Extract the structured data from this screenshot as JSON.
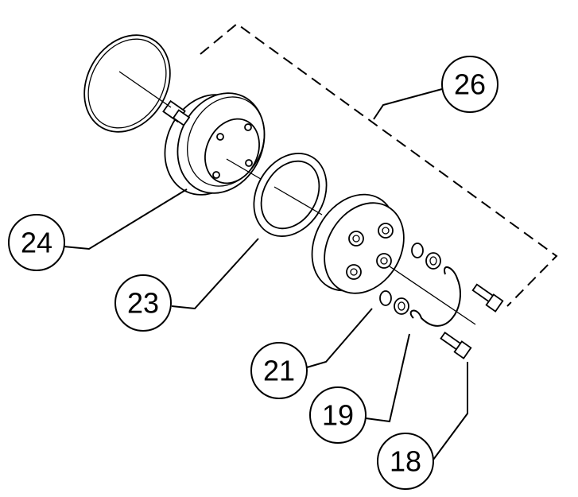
{
  "diagram": {
    "type": "exploded-parts-view",
    "callouts": [
      {
        "id": "c26",
        "label": "26"
      },
      {
        "id": "c24",
        "label": "24"
      },
      {
        "id": "c23",
        "label": "23"
      },
      {
        "id": "c21",
        "label": "21"
      },
      {
        "id": "c19",
        "label": "19"
      },
      {
        "id": "c18",
        "label": "18"
      }
    ]
  }
}
